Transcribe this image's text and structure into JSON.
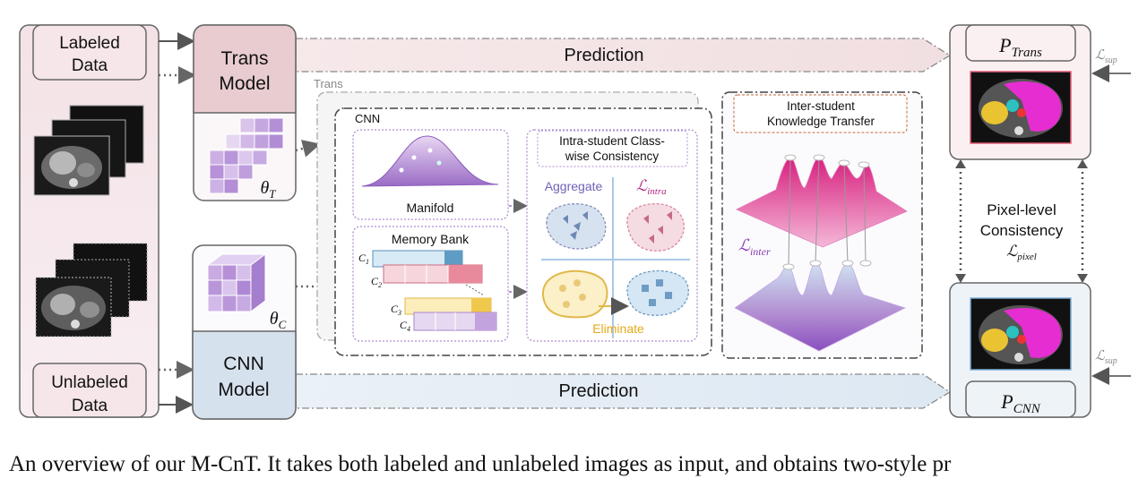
{
  "inputs": {
    "labeled": [
      "Labeled",
      "Data"
    ],
    "unlabeled": [
      "Unlabeled",
      "Data"
    ]
  },
  "models": {
    "trans": [
      "Trans",
      "Model"
    ],
    "trans_param": "θ",
    "trans_param_sub": "T",
    "cnn": [
      "CNN",
      "Model"
    ],
    "cnn_param": "θ",
    "cnn_param_sub": "C"
  },
  "prediction_top": "Prediction",
  "prediction_bottom": "Prediction",
  "labels": {
    "trans_group": "Trans",
    "cnn_group": "CNN",
    "manifold": "Manifold",
    "memory_bank": "Memory Bank",
    "c1": "C",
    "c1_sub": "1",
    "c2": "C",
    "c2_sub": "2",
    "c3": "C",
    "c3_sub": "3",
    "c4": "C",
    "c4_sub": "4",
    "intra_title": [
      "Intra-student Class-",
      "wise Consistency"
    ],
    "aggregate": "Aggregate",
    "eliminate": "Eliminate",
    "l_intra": "ℒ",
    "l_intra_sub": "intra",
    "inter_title": [
      "Inter-student",
      "Knowledge Transfer"
    ],
    "l_inter": "ℒ",
    "l_inter_sub": "inter"
  },
  "outputs": {
    "p_trans": "P",
    "p_trans_sub": "Trans",
    "p_cnn": "P",
    "p_cnn_sub": "CNN",
    "l_sup": "ℒ",
    "l_sup_sub": "sup",
    "pixel": [
      "Pixel-level",
      "Consistency"
    ],
    "l_pixel": "ℒ",
    "l_pixel_sub": "pixel"
  },
  "caption": "An overview of our M-CnT. It takes both labeled and unlabeled images as input, and obtains two-style pr",
  "colors": {
    "trans_model": "#e9cfd2",
    "cnn_model": "#d7e3ef",
    "input_panel": "#f4e4e7",
    "output_panel": "#fbeff0",
    "purple": "#a27fc4",
    "pink": "#e43e9a",
    "yellow": "#e8c35a"
  }
}
